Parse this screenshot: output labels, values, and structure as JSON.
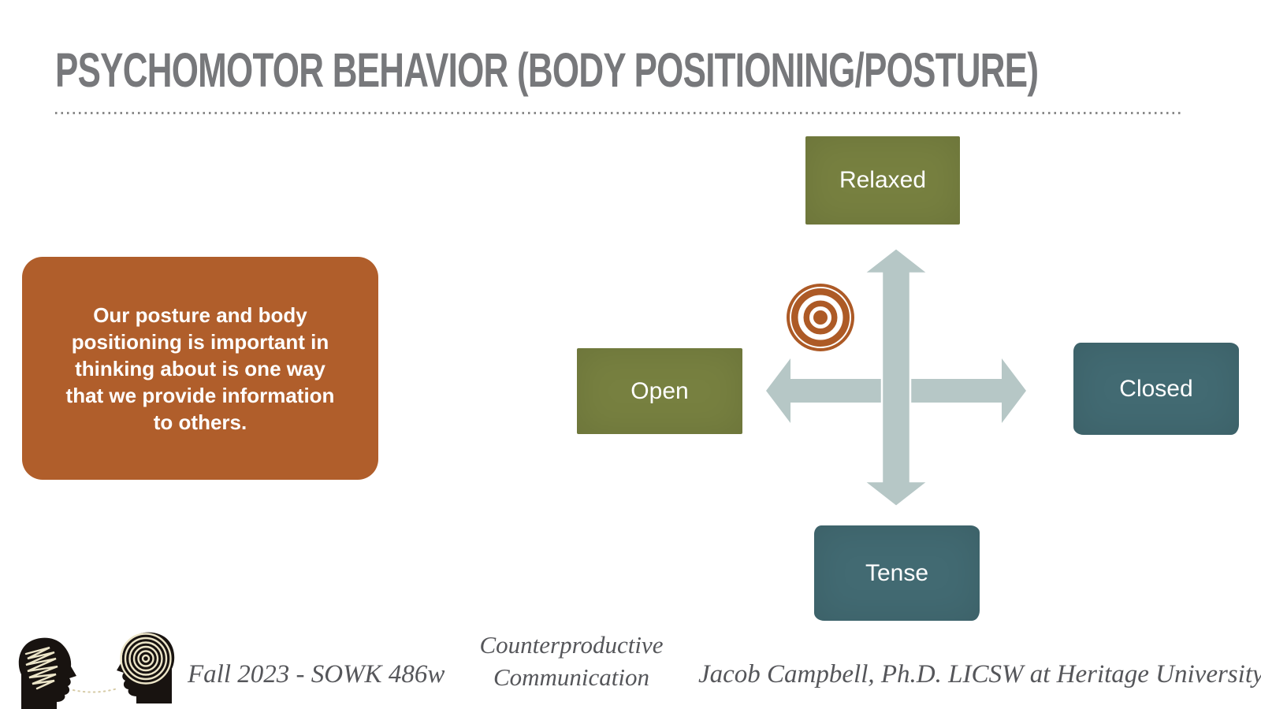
{
  "slide": {
    "title": "PSYCHOMOTOR BEHAVIOR (BODY POSITIONING/POSTURE)",
    "callout_text": "Our posture and body positioning is important in thinking about is one way that we provide information to others.",
    "diagram": {
      "top_box": "Relaxed",
      "left_box": "Open",
      "right_box": "Closed",
      "bottom_box": "Tense",
      "icons": {
        "center": "move-arrows-icon",
        "marker": "bullseye-icon"
      }
    },
    "footer": {
      "term": "Fall 2023 - SOWK 486w",
      "deck_title_line1": "Counterproductive",
      "deck_title_line2": "Communication",
      "author": "Jacob Campbell, Ph.D. LICSW at Heritage University",
      "icon": "dialogue-heads-icon"
    },
    "colors": {
      "callout_bg": "#b05e2b",
      "olive_box": "#778040",
      "teal_box": "#426a72",
      "arrow": "#b6c7c6",
      "bullseye": "#ad5a26",
      "title_text": "#77787b",
      "footer_text": "#55565a"
    }
  }
}
